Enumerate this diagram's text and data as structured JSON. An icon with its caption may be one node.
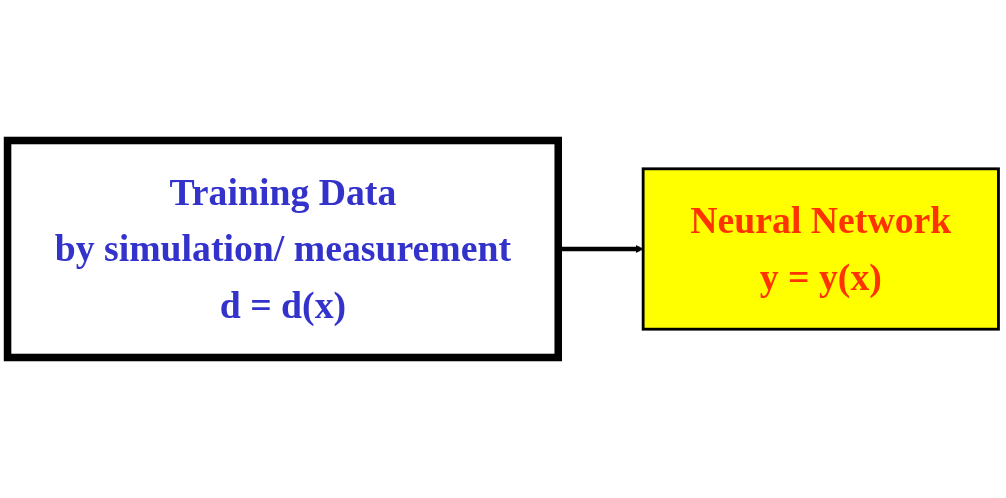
{
  "diagram": {
    "nodes": [
      {
        "text": [
          "Training Data",
          "by simulation/ measurement",
          "d = d(x)"
        ]
      },
      {
        "text": [
          "Neural Network",
          "y = y(x)"
        ]
      }
    ],
    "edges": [
      {
        "from": 0,
        "to": 1,
        "arrow": "to"
      }
    ]
  }
}
